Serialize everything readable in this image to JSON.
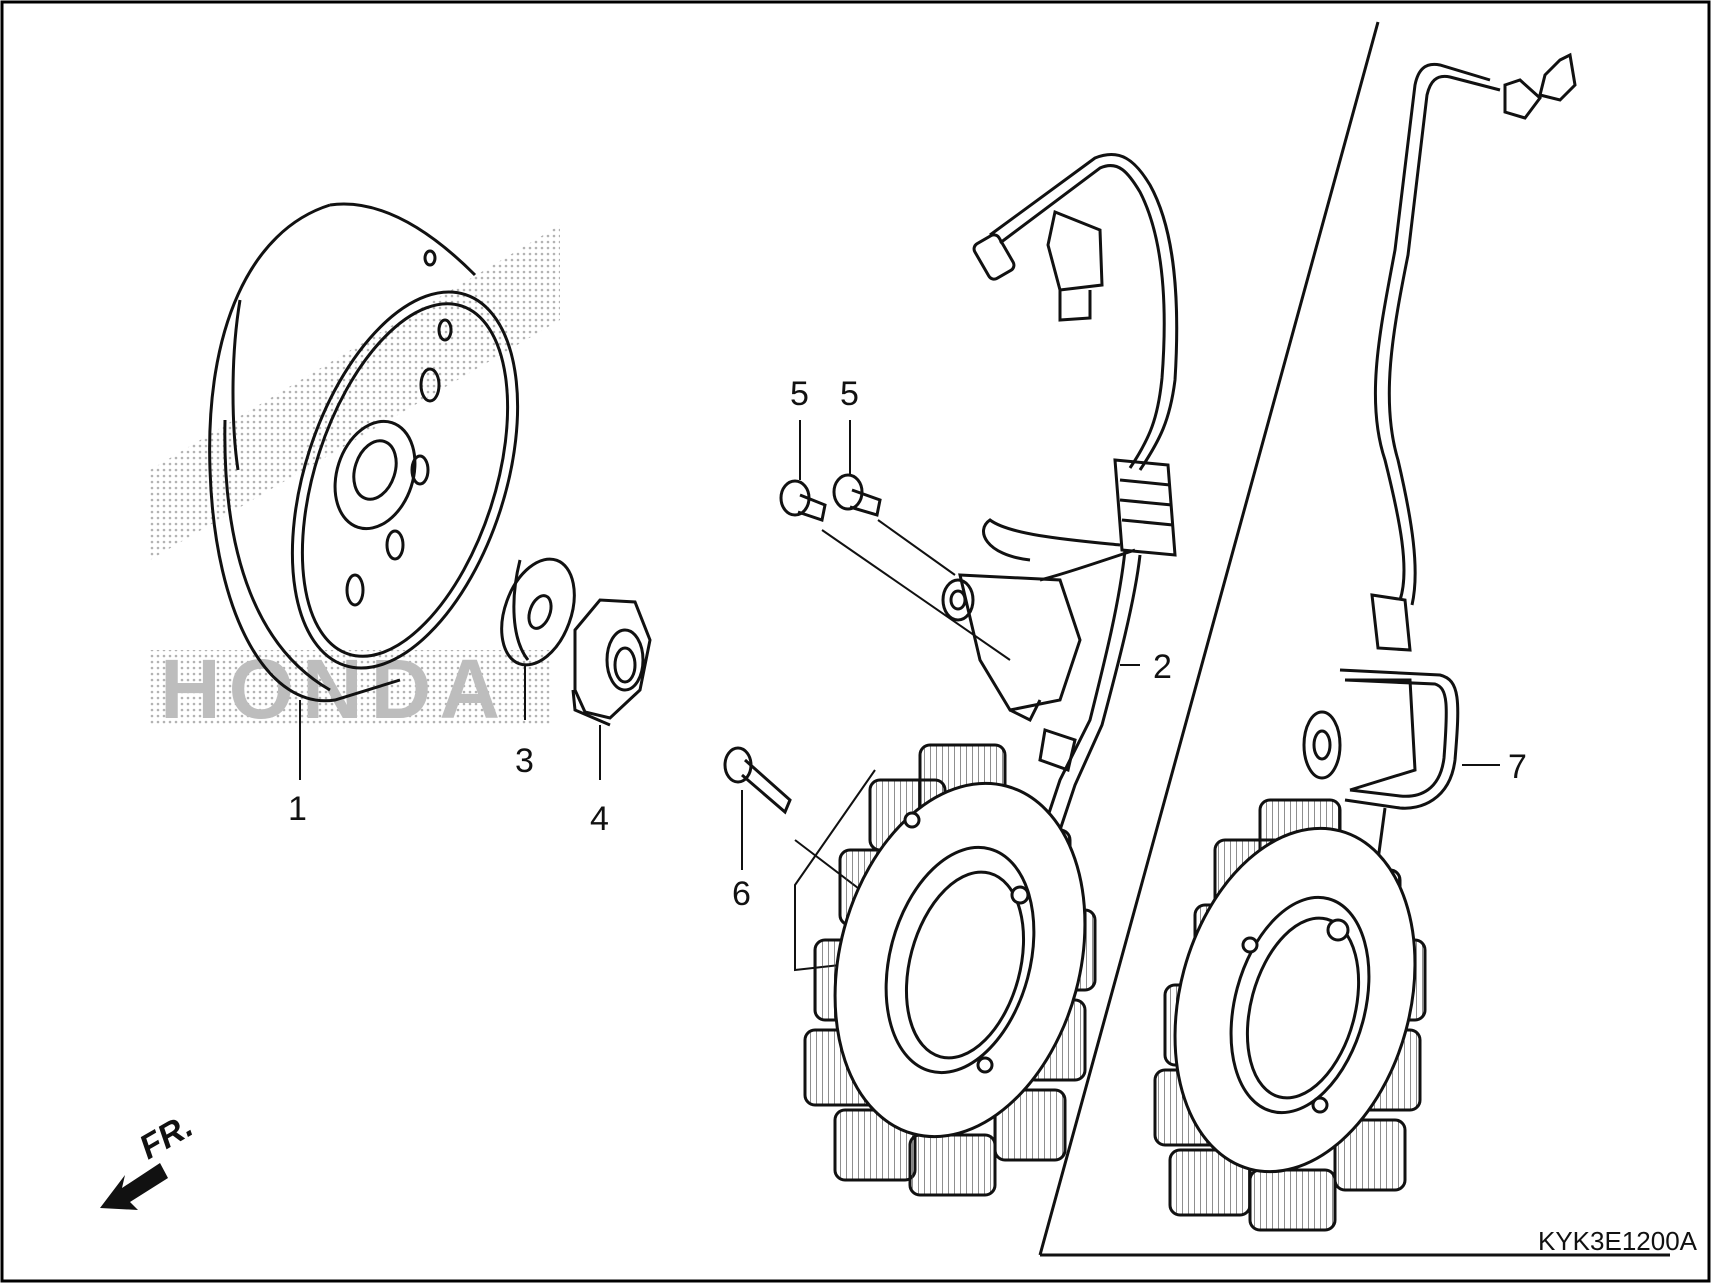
{
  "diagram": {
    "callouts": [
      {
        "id": "1",
        "text": "1",
        "part": "flywheel"
      },
      {
        "id": "2",
        "text": "2",
        "part": "pulse-generator"
      },
      {
        "id": "3",
        "text": "3",
        "part": "washer"
      },
      {
        "id": "4",
        "text": "4",
        "part": "flange-nut"
      },
      {
        "id": "5a",
        "text": "5",
        "part": "pulser-screw"
      },
      {
        "id": "5b",
        "text": "5",
        "part": "pulser-screw"
      },
      {
        "id": "6",
        "text": "6",
        "part": "stator-bolt"
      },
      {
        "id": "7",
        "text": "7",
        "part": "stator-alternate"
      }
    ],
    "front_indicator": "FR.",
    "watermark": "HONDA",
    "figure_code": "KYK3E1200A"
  }
}
